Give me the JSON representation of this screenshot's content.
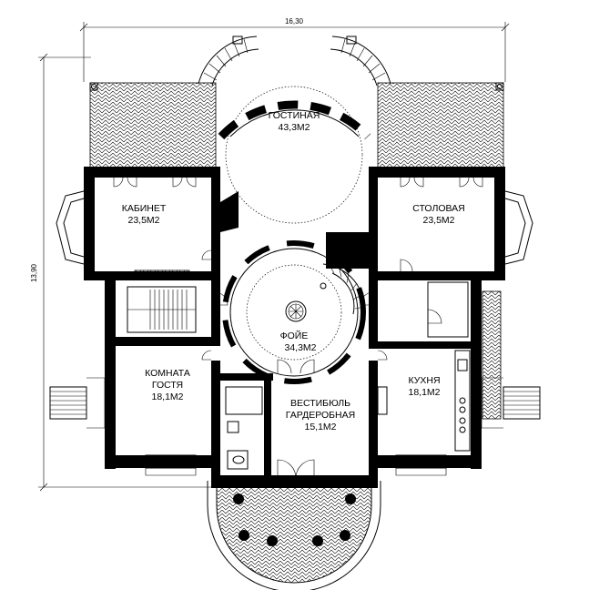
{
  "dimensions": {
    "width": "16,30",
    "height": "13,90"
  },
  "rooms": [
    {
      "id": "living",
      "name": "ГОСТИНАЯ",
      "area": "43,3М2"
    },
    {
      "id": "study",
      "name": "КАБИНЕТ",
      "area": "23,5М2"
    },
    {
      "id": "dining",
      "name": "СТОЛОВАЯ",
      "area": "23,5М2"
    },
    {
      "id": "foyer",
      "name": "ФОЙЕ",
      "area": "34,3М2"
    },
    {
      "id": "guest",
      "name": "КОМНАТА",
      "name2": "ГОСТЯ",
      "area": "18,1М2"
    },
    {
      "id": "kitchen",
      "name": "КУХНЯ",
      "area": "18,1М2"
    },
    {
      "id": "vestibule",
      "name": "ВЕСТИБЮЛЬ",
      "name2": "ГАРДЕРОБНАЯ",
      "area": "15,1М2"
    }
  ]
}
